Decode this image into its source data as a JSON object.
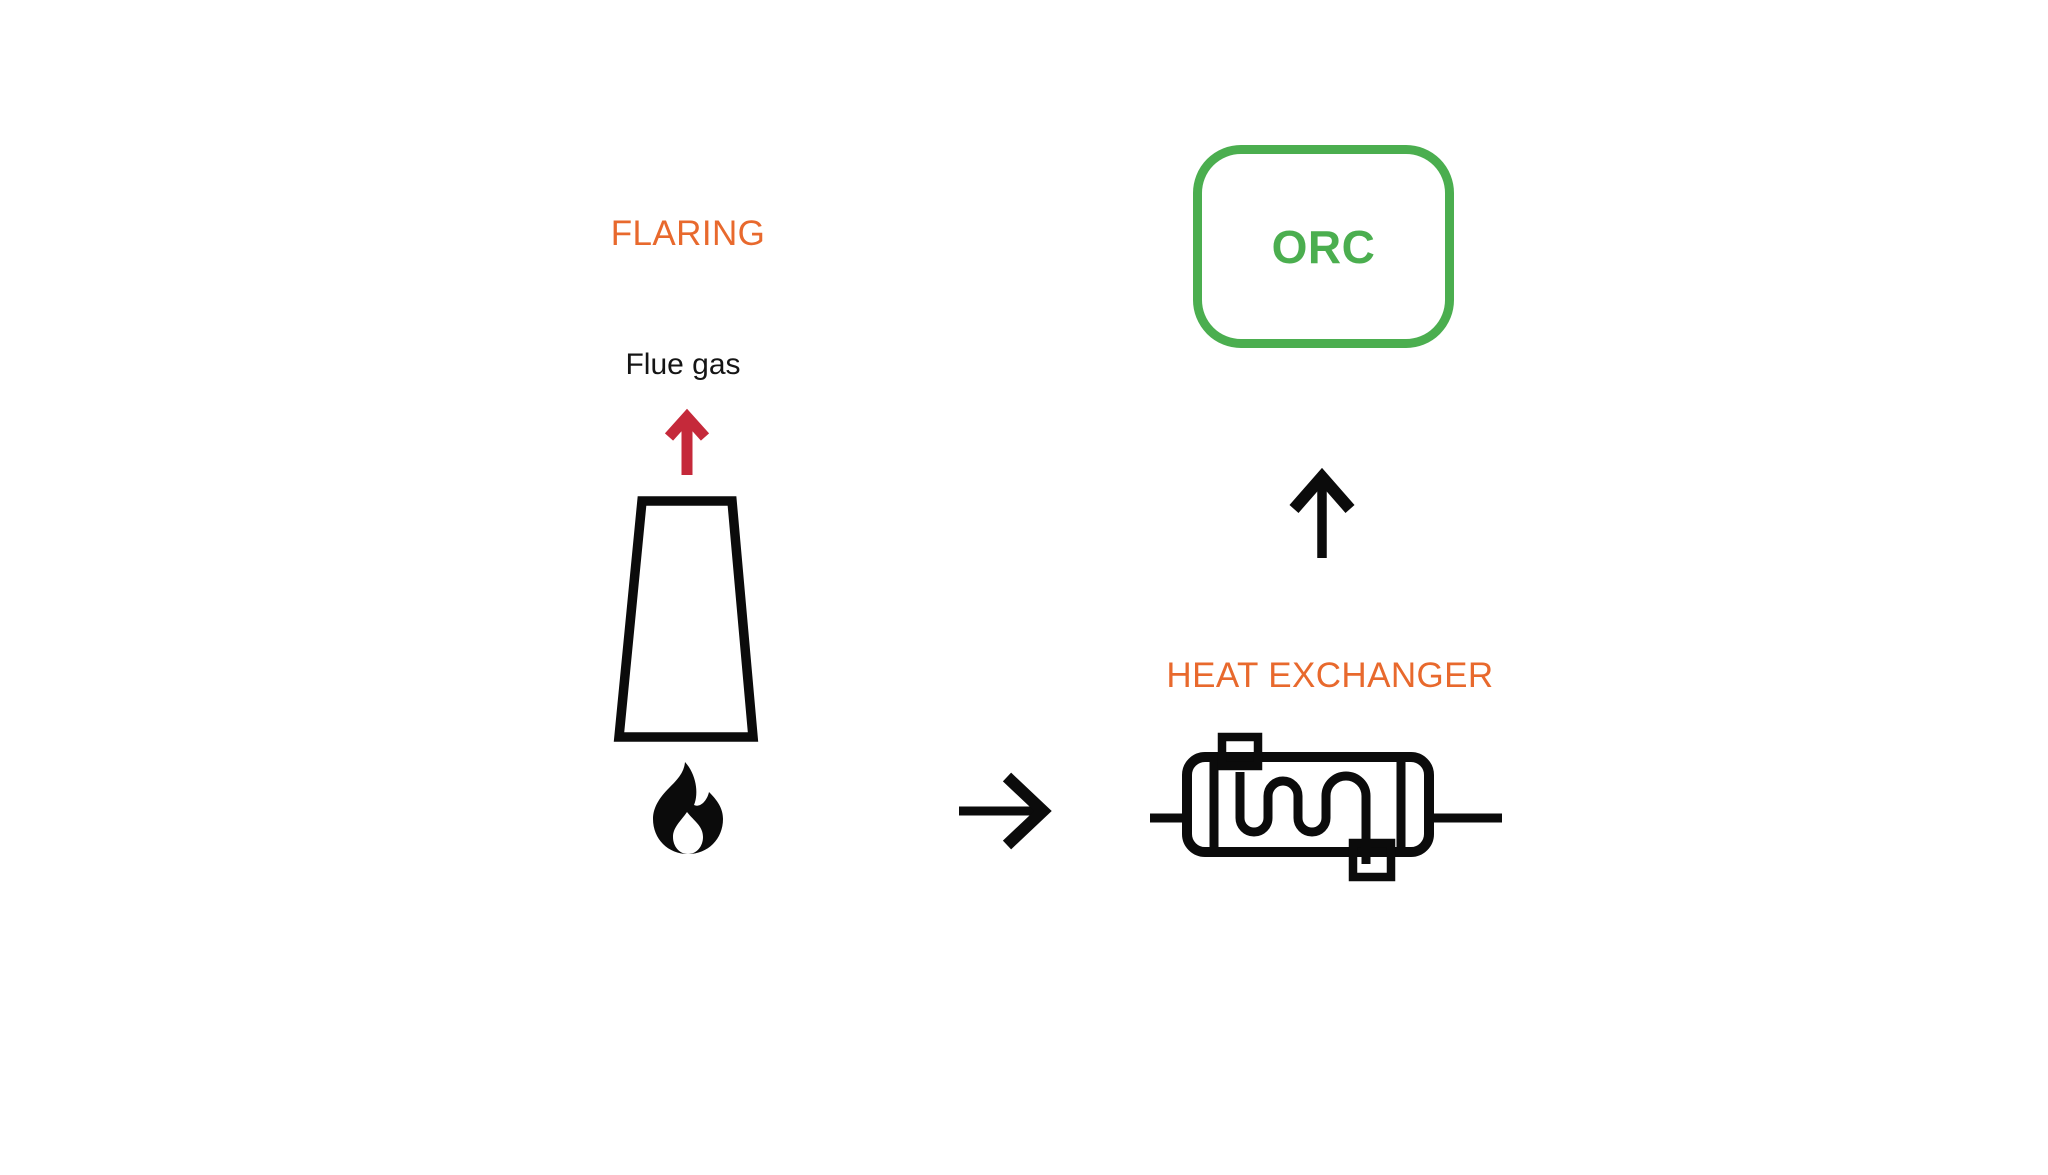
{
  "colors": {
    "orange": "#E8692D",
    "green": "#4BAE4F",
    "red": "#C5293A",
    "ink": "#0B0B0B",
    "background": "#FFFFFF"
  },
  "labels": {
    "flaring": "FLARING",
    "flue_gas": "Flue gas",
    "heat_exchanger": "HEAT EXCHANGER",
    "orc": "ORC"
  },
  "icons": {
    "flue_gas_flow": "up-arrow-icon",
    "flare_stack": "flare-stack-icon",
    "flame": "flame-icon",
    "flow_to_exchanger": "right-arrow-icon",
    "exchanger": "heat-exchanger-icon",
    "flow_to_orc": "up-arrow-icon"
  }
}
